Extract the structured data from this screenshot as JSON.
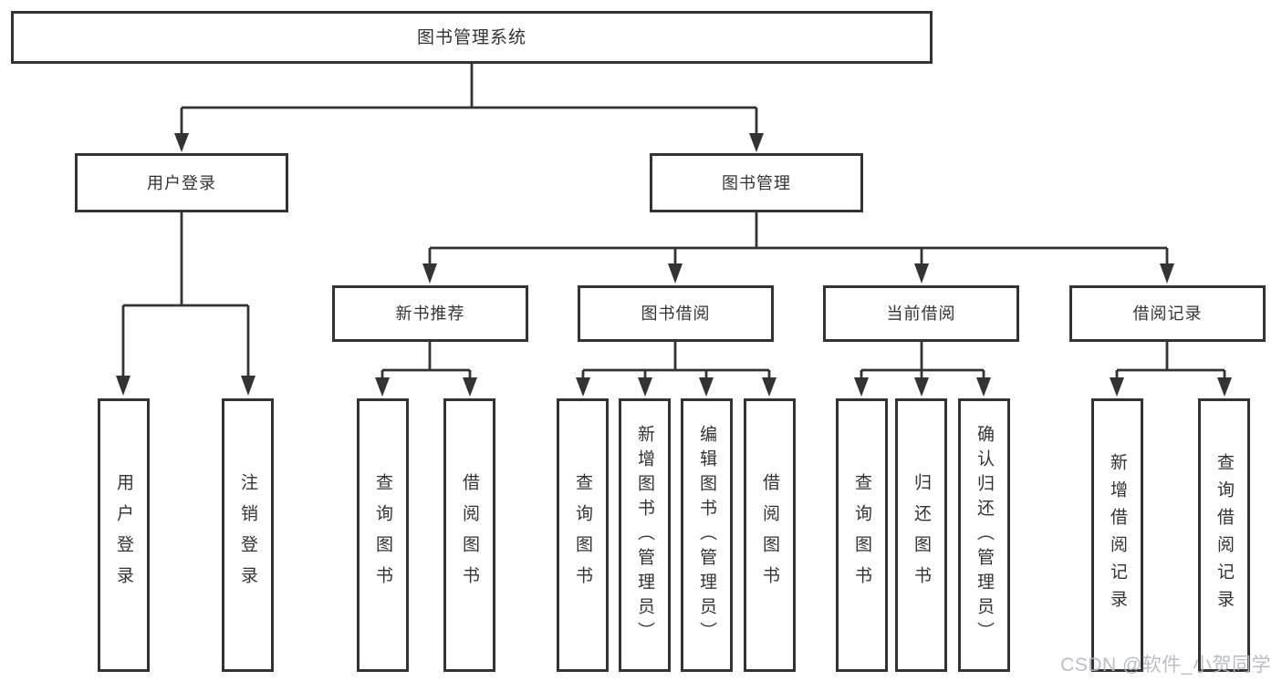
{
  "diagram": {
    "root": {
      "label": "图书管理系统",
      "children": [
        {
          "label": "用户登录",
          "children": [
            {
              "label": "用户登录"
            },
            {
              "label": "注销登录"
            }
          ]
        },
        {
          "label": "图书管理",
          "children": [
            {
              "label": "新书推荐",
              "children": [
                {
                  "label": "查询图书"
                },
                {
                  "label": "借阅图书"
                }
              ]
            },
            {
              "label": "图书借阅",
              "children": [
                {
                  "label": "查询图书"
                },
                {
                  "label": "新增图书（管理员）"
                },
                {
                  "label": "编辑图书（管理员）"
                },
                {
                  "label": "借阅图书"
                }
              ]
            },
            {
              "label": "当前借阅",
              "children": [
                {
                  "label": "查询图书"
                },
                {
                  "label": "归还图书"
                },
                {
                  "label": "确认归还（管理员）"
                }
              ]
            },
            {
              "label": "借阅记录",
              "children": [
                {
                  "label": "新增借阅记录"
                },
                {
                  "label": "查询借阅记录"
                }
              ]
            }
          ]
        }
      ]
    }
  },
  "watermark": {
    "text": "CSDN @软件_小贺同学"
  },
  "colors": {
    "line": "#333333",
    "text": "#333333",
    "background": "#ffffff",
    "watermark": "#b5b9c0"
  }
}
